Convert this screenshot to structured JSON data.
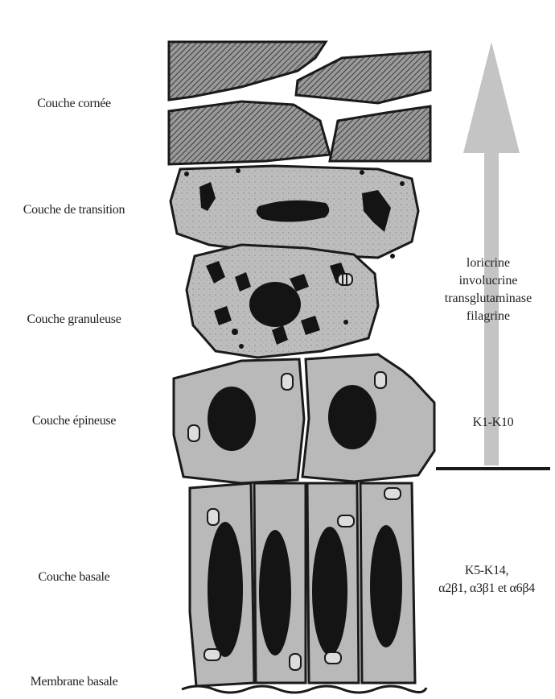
{
  "layers": {
    "cornee": "Couche cornée",
    "transition": "Couche de transition",
    "granuleuse": "Couche granuleuse",
    "epineuse": "Couche épineuse",
    "basale": "Couche basale",
    "membrane": "Membrane basale"
  },
  "markers": {
    "upper": [
      "loricrine",
      "involucrine",
      "transglutaminase",
      "filagrine"
    ],
    "spinous": "K1-K10",
    "basal_line1": "K5-K14,",
    "basal_line2": "α2β1, α3β1 et α6β4"
  },
  "colors": {
    "cell_fill": "#b9b9b9",
    "nucleus": "#141414",
    "outline": "#1a1a1a",
    "arrow": "#c4c4c4"
  }
}
